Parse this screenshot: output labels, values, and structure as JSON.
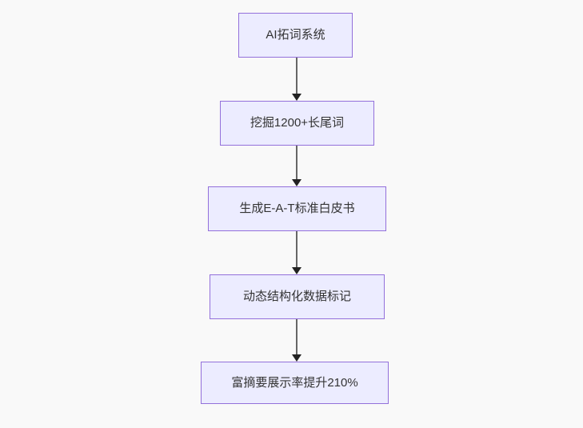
{
  "diagram": {
    "type": "flowchart",
    "direction": "top-down",
    "nodes": [
      {
        "id": "n0",
        "label": "AI拓词系统"
      },
      {
        "id": "n1",
        "label": "挖掘1200+长尾词"
      },
      {
        "id": "n2",
        "label": "生成E-A-T标准白皮书"
      },
      {
        "id": "n3",
        "label": "动态结构化数据标记"
      },
      {
        "id": "n4",
        "label": "富摘要展示率提升210%"
      }
    ],
    "edges": [
      {
        "from": "n0",
        "to": "n1",
        "style": "arrow-down"
      },
      {
        "from": "n1",
        "to": "n2",
        "style": "arrow-down"
      },
      {
        "from": "n2",
        "to": "n3",
        "style": "arrow-down"
      },
      {
        "from": "n3",
        "to": "n4",
        "style": "arrow-down"
      }
    ],
    "colors": {
      "background": "#f9f9f9",
      "node_fill": "#ECECFF",
      "node_border": "#9370DB",
      "node_text": "#333333",
      "edge_line": "#666666",
      "edge_arrowhead": "#222222"
    }
  }
}
